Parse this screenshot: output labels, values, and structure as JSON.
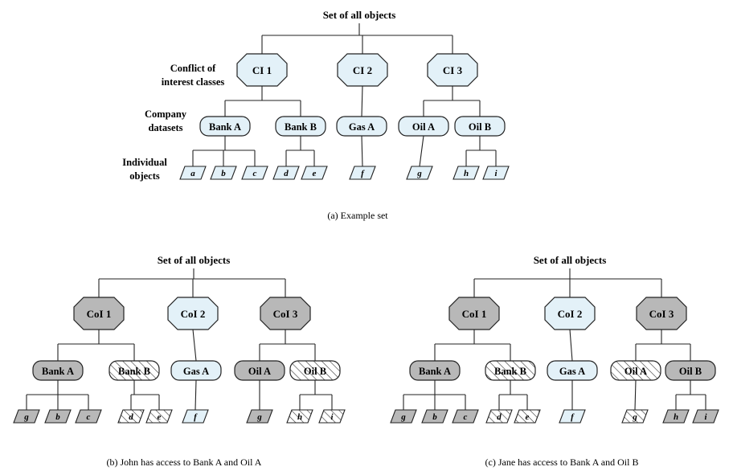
{
  "colors": {
    "stroke": "#222222",
    "light": "#e3f1f8",
    "gray": "#b8b8b8",
    "hatched_fill": "#ffffff",
    "hatch_line": "#333333"
  },
  "panel_a": {
    "root_label": "Set of all objects",
    "caption": "(a) Example set",
    "row_labels": {
      "conflict": [
        "Conflict of",
        "interest classes"
      ],
      "company": [
        "Company",
        "datasets"
      ],
      "objects": [
        "Individual",
        "objects"
      ]
    },
    "classes": [
      "CI 1",
      "CI 2",
      "CI 3"
    ],
    "datasets": [
      "Bank A",
      "Bank B",
      "Gas A",
      "Oil A",
      "Oil B"
    ],
    "objects": [
      "a",
      "b",
      "c",
      "d",
      "e",
      "f",
      "g",
      "h",
      "i"
    ]
  },
  "panel_b": {
    "root_label": "Set of all objects",
    "caption": "(b) John has access to Bank A and Oil A",
    "classes": [
      "CoI 1",
      "CoI 2",
      "CoI 3"
    ],
    "class_states": [
      "gray",
      "light",
      "gray"
    ],
    "datasets": [
      "Bank A",
      "Bank B",
      "Gas A",
      "Oil A",
      "Oil B"
    ],
    "dataset_states": [
      "gray",
      "hatched",
      "light",
      "gray",
      "hatched"
    ],
    "objects": [
      "g",
      "b",
      "c",
      "d",
      "e",
      "f",
      "g",
      "h",
      "i"
    ],
    "object_states": [
      "gray",
      "gray",
      "gray",
      "hatched",
      "hatched",
      "light",
      "gray",
      "hatched",
      "hatched"
    ]
  },
  "panel_c": {
    "root_label": "Set of all objects",
    "caption": "(c) Jane has access to Bank A and Oil B",
    "classes": [
      "CoI 1",
      "CoI 2",
      "CoI 3"
    ],
    "class_states": [
      "gray",
      "light",
      "gray"
    ],
    "datasets": [
      "Bank A",
      "Bank B",
      "Gas A",
      "Oil A",
      "Oil B"
    ],
    "dataset_states": [
      "gray",
      "hatched",
      "light",
      "hatched",
      "gray"
    ],
    "objects": [
      "g",
      "b",
      "c",
      "d",
      "e",
      "f",
      "g",
      "h",
      "i"
    ],
    "object_states": [
      "gray",
      "gray",
      "gray",
      "hatched",
      "hatched",
      "light",
      "hatched",
      "gray",
      "gray"
    ]
  }
}
